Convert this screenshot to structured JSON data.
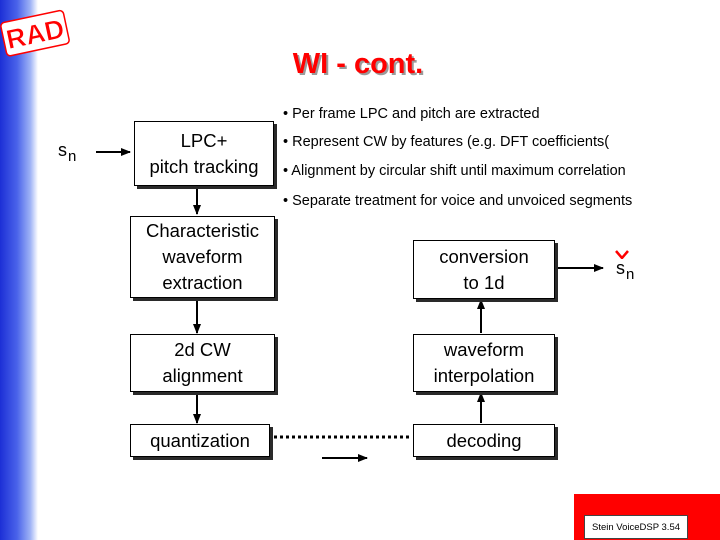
{
  "slide": {
    "title": "WI - cont.",
    "logo_text": "RAD",
    "footer": "Stein VoiceDSP 3.54",
    "accent_color": "#ff0000",
    "bar_color": "#1c2fd6"
  },
  "bullets": [
    "• Per frame LPC and pitch are extracted",
    "• Represent CW by features (e.g. DFT coefficients(",
    "• Alignment by circular shift until maximum correlation",
    "• Separate treatment for voice and unvoiced segments"
  ],
  "diagram": {
    "input_label": "s",
    "input_sub": "n",
    "output_label": "s",
    "output_sub": "n",
    "output_mark": "hat-icon",
    "blocks": {
      "lpc": "LPC+\npitch tracking",
      "cw_extract": "Characteristic\nwaveform\nextraction",
      "alignment": "2d CW\nalignment",
      "quantization": "quantization",
      "conversion": "conversion\nto 1d",
      "interpolation": "waveform\ninterpolation",
      "decoding": "decoding"
    }
  }
}
